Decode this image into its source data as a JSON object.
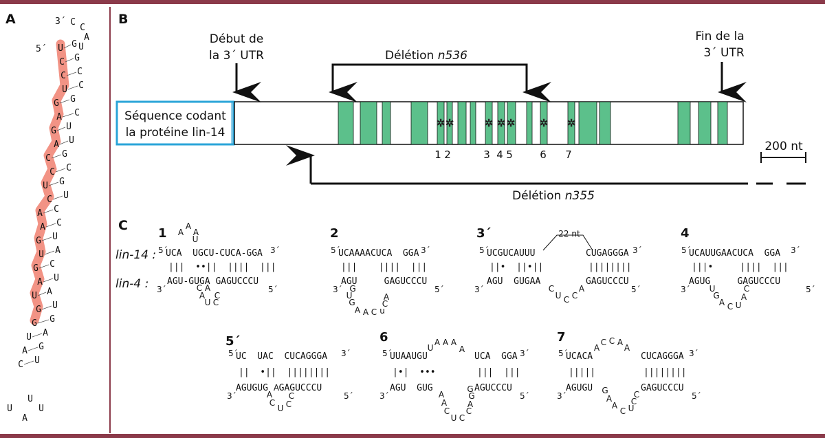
{
  "panels": {
    "a": "A",
    "b": "B",
    "c": "C"
  },
  "colors": {
    "frame": "#8b3a4a",
    "site": "#5cc08b",
    "coding_border": "#2aa4d8",
    "highlight": "#f08070"
  },
  "hairpin": {
    "top_3prime": "3´",
    "top_5prime": "5´",
    "loop_top": [
      "C",
      "C",
      "A",
      "U"
    ],
    "left": [
      "U",
      "C",
      "C",
      "U",
      "G",
      "A",
      "G",
      "A",
      "C",
      "C",
      "U",
      "C",
      "A",
      "A",
      "G",
      "U",
      "G",
      "A",
      "U",
      "G",
      "G",
      "U",
      "A",
      "C"
    ],
    "right": [
      "G",
      "G",
      "C",
      "C",
      "G",
      "C",
      "U",
      "U",
      "G",
      "C",
      "G",
      "U",
      "C",
      "C",
      "U",
      "A",
      "C",
      "U",
      "A",
      "U",
      "G",
      "A",
      "G",
      "U"
    ],
    "bottom_loop": [
      "U",
      "A",
      "U",
      "U"
    ]
  },
  "panel_b": {
    "coding_text_1": "Séquence codant",
    "coding_text_2": "la protéine lin-14",
    "start_label_1": "Début de",
    "start_label_2": "la 3´ UTR",
    "end_label_1": "Fin de la",
    "end_label_2": "3´ UTR",
    "deletion_top_prefix": "Délétion ",
    "deletion_top_name": "n536",
    "deletion_bottom_prefix": "Délétion ",
    "deletion_bottom_name": "n355",
    "scale_label": "200 nt",
    "site_numbers": [
      "1",
      "2",
      "3",
      "4",
      "5",
      "6",
      "7"
    ]
  },
  "panel_c": {
    "row_label_1": "lin-14 :",
    "row_label_2": "lin-4 :",
    "p1": "1",
    "p2": "2",
    "p3": "3´",
    "p4": "4",
    "p5": "5´",
    "p6": "6",
    "p7": "7",
    "s1_top": "UCA  UGCU-CUCA-GGA",
    "s1_bulge": [
      "A",
      "A",
      "A",
      "U"
    ],
    "s1_pair": "|||  ••||  ||||  |||",
    "s1_bot": "AGU-GUGA GAGUCCCU",
    "s1_loop": [
      "C",
      "A",
      "A",
      "U",
      "C",
      "C"
    ],
    "s2_top": "UCAAAACUCA  GGA",
    "s2_pair": "|||    ||||  |||",
    "s2_bot": "AGU     GAGUCCCU",
    "s2_loop": [
      "G",
      "U",
      "G",
      "A",
      "A",
      "C",
      "u",
      "C",
      "A"
    ],
    "s3_top": "UCGUCAUUU",
    "s3_top2": "CUGAGGGA",
    "s3_gap": "22 nt",
    "s3_pair": "||•  ||•||",
    "s3_pair2": "||||||||",
    "s3_bot": "AGU  GUGAA",
    "s3_bot2": "GAGUCCCU",
    "s3_loop": [
      "C",
      "U",
      "C",
      "C",
      "A"
    ],
    "s4_top": "UCAUUGAACUCA  GGA",
    "s4_pair": "|||•     ||||  |||",
    "s4_bot": "AGUG     GAGUCCCU",
    "s4_loop": [
      "U",
      "G",
      "A",
      "C",
      "U",
      "A",
      "C"
    ],
    "s5_top": "UC  UAC  CUCAGGGA",
    "s5_pair": "||  •||  ||||||||",
    "s5_bot": "AGUGUG  GAGUCCCU",
    "s5_loop": [
      "A",
      "A",
      "C",
      "U",
      "C",
      "C"
    ],
    "s6_top": "UUAAUGU",
    "s6_top2": "UCA  GGA",
    "s6_arc": [
      "U",
      "A",
      "A",
      "A",
      "A"
    ],
    "s6_pair": "|•|  •••",
    "s6_pair2": "|||  |||",
    "s6_bot": "AGU  GUG",
    "s6_bot2": "AGUCCCU",
    "s6_loop": [
      "A",
      "A",
      "C",
      "U",
      "C",
      "C",
      "A",
      "G",
      "G"
    ],
    "s7_top": "UCACA",
    "s7_top2": "CUCAGGGA",
    "s7_arc": [
      "A",
      "C",
      "C",
      "A",
      "A"
    ],
    "s7_pair": "|||||",
    "s7_pair2": "||||||||",
    "s7_bot": "AGUGU",
    "s7_bot2": "GAGUCCCU",
    "s7_loop": [
      "G",
      "A",
      "A",
      "C",
      "U",
      "C",
      "C"
    ]
  }
}
